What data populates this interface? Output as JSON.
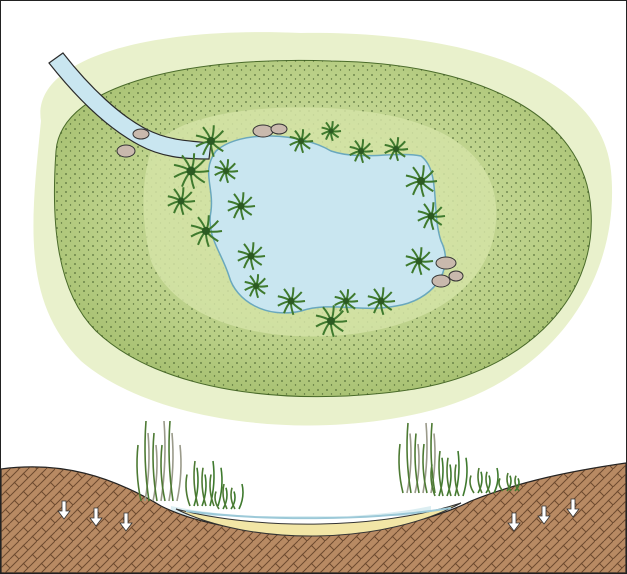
{
  "illustration": {
    "subject": "pond",
    "views": [
      "plan-view",
      "cross-section"
    ],
    "colors": {
      "halo": "#e9f1cc",
      "lawn": "#b9cf86",
      "lawn_inner": "#cddda0",
      "water": "#c9e6f0",
      "water_edge": "#8fc3d6",
      "soil": "#b88a63",
      "soil_lines": "#5a3a22",
      "liner": "#f2e6a6",
      "plants": "#3f7a2e",
      "reeds": "#9a9a8a",
      "stones": "#c9b9ad"
    }
  }
}
